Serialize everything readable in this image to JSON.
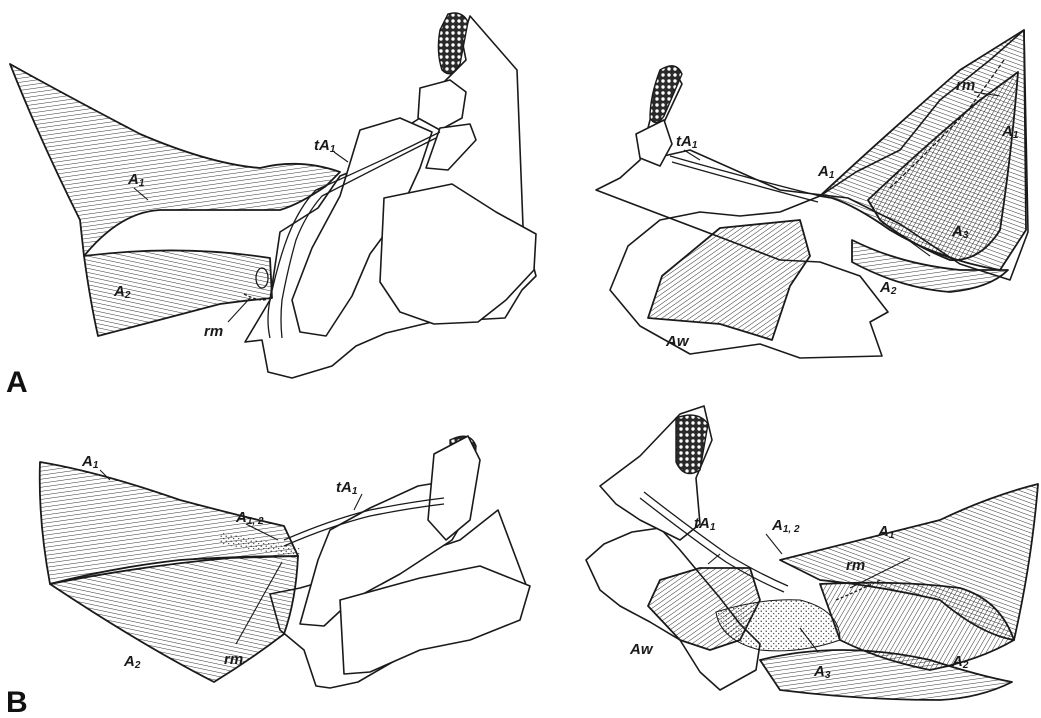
{
  "panels": [
    {
      "letter": "A",
      "left_view": {
        "labels": [
          {
            "main": "A",
            "sub": "1"
          },
          {
            "main": "tA",
            "sub": "1"
          },
          {
            "main": "A",
            "sub": "2"
          },
          {
            "main": "rm",
            "sub": ""
          }
        ]
      },
      "right_view": {
        "labels": [
          {
            "main": "tA",
            "sub": "1"
          },
          {
            "main": "rm",
            "sub": ""
          },
          {
            "main": "A",
            "sub": "1"
          },
          {
            "main": "A",
            "sub": "1"
          },
          {
            "main": "A",
            "sub": "3"
          },
          {
            "main": "A",
            "sub": "2"
          },
          {
            "main": "Aw",
            "sub": ""
          }
        ]
      }
    },
    {
      "letter": "B",
      "left_view": {
        "labels": [
          {
            "main": "A",
            "sub": "1"
          },
          {
            "main": "tA",
            "sub": "1"
          },
          {
            "main": "A",
            "sub": "1, 2"
          },
          {
            "main": "A",
            "sub": "2"
          },
          {
            "main": "rm",
            "sub": ""
          }
        ]
      },
      "right_view": {
        "labels": [
          {
            "main": "tA",
            "sub": "1"
          },
          {
            "main": "A",
            "sub": "1, 2"
          },
          {
            "main": "A",
            "sub": "1"
          },
          {
            "main": "rm",
            "sub": ""
          },
          {
            "main": "Aw",
            "sub": ""
          },
          {
            "main": "A",
            "sub": "3"
          },
          {
            "main": "A",
            "sub": "2"
          }
        ]
      }
    }
  ],
  "colors": {
    "ink": "#1a1a1a",
    "paper": "#ffffff",
    "muscle_fill": "#ffffff"
  }
}
